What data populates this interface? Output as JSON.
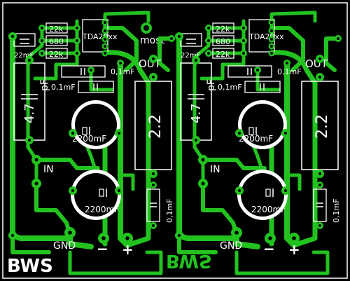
{
  "board": {
    "background": "#000000",
    "copper_color": "#22c21f",
    "silkscreen_color": "#ffffff",
    "labels": {
      "bws_top": "BWS",
      "bws_bottom_mirrored": "BWS",
      "bridge": "most"
    }
  },
  "channels": [
    {
      "chip": "TDA20xx",
      "resistors": [
        "22k",
        "680",
        "22k"
      ],
      "cap_22mF": "22mF",
      "cap_film": "4.7 pF",
      "cap_film_value": "4.7",
      "cap_film_unit": "pF",
      "cap_01_a": "0,1mF",
      "cap_01_b": "0,1mF",
      "elec_top": "2200mF",
      "elec_bottom": "2200mF",
      "resistor_big": "2.2",
      "cap_01_vertical": "0,1mF",
      "out": "OUT",
      "in": "IN",
      "gnd": "GND",
      "minus": "−",
      "plus": "+"
    },
    {
      "chip": "TDA20xx",
      "resistors": [
        "22k",
        "680",
        "22k"
      ],
      "cap_22mF": "22mF",
      "cap_film": "4.7 pF",
      "cap_film_value": "4.7",
      "cap_film_unit": "pF",
      "cap_01_a": "0,1mF",
      "cap_01_b": "0,1mF",
      "elec_top": "2200mF",
      "elec_bottom": "2200mF",
      "resistor_big": "2.2",
      "cap_01_vertical": "0,1mF",
      "out": "OUT",
      "in": "IN",
      "gnd": "GND",
      "minus": "−",
      "plus": "+"
    }
  ]
}
